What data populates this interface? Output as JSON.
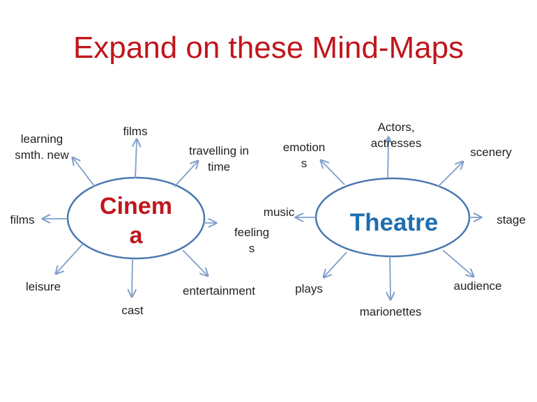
{
  "title": "Expand on these Mind-Maps",
  "colors": {
    "title": "#c0161c",
    "cinema_text": "#c0161c",
    "theatre_text": "#1f6fb0",
    "ellipse_stroke": "#4a78b0",
    "arrow": "#7f9fc9",
    "label": "#222222"
  },
  "maps": {
    "cinema": {
      "center_line1": "Cinem",
      "center_line2": "a",
      "branches": {
        "learning_l1": "learning",
        "learning_l2": "smth. new",
        "films_top": "films",
        "travelling_l1": "travelling in",
        "travelling_l2": "time",
        "films_left": "films",
        "feelings_l1": "feeling",
        "feelings_l2": "s",
        "leisure": "leisure",
        "cast": "cast",
        "entertainment": "entertainment"
      }
    },
    "theatre": {
      "center": "Theatre",
      "branches": {
        "emotions_l1": "emotion",
        "emotions_l2": "s",
        "actors_l1": "Actors,",
        "actors_l2": "actresses",
        "scenery": "scenery",
        "music": "music",
        "stage": "stage",
        "plays": "plays",
        "marionettes": "marionettes",
        "audience": "audience"
      }
    }
  }
}
